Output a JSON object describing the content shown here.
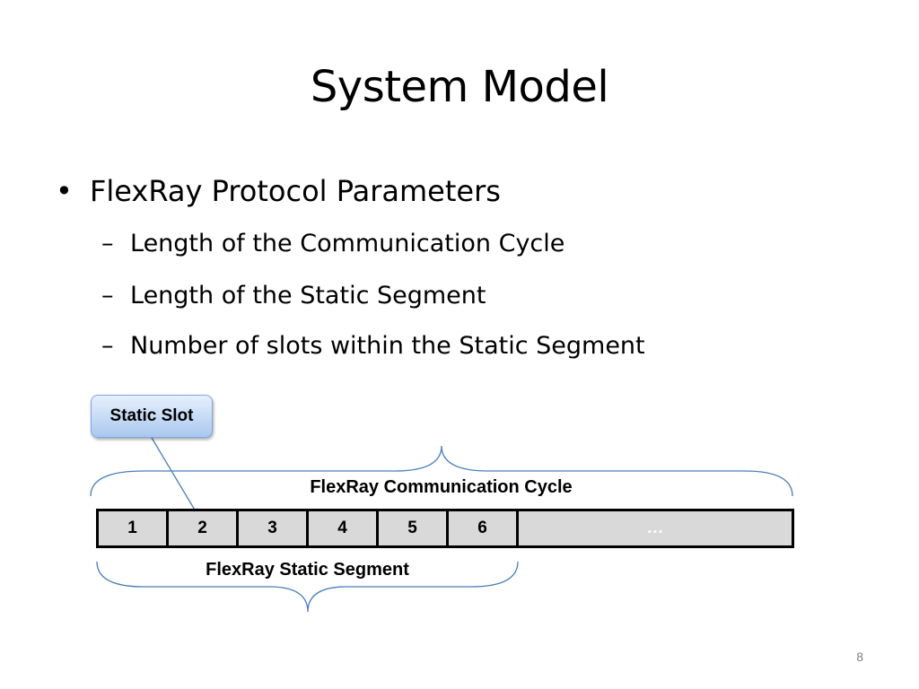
{
  "slide": {
    "title": "System Model",
    "page_number": "8"
  },
  "bullets": {
    "main": "FlexRay Protocol Parameters",
    "sub": [
      "Length of the Communication Cycle",
      "Length of the Static Segment",
      "Number of slots within the Static Segment"
    ]
  },
  "diagram": {
    "callout_label": "Static Slot",
    "cycle_label": "FlexRay Communication Cycle",
    "segment_label": "FlexRay Static Segment",
    "slots": [
      "1",
      "2",
      "3",
      "4",
      "5",
      "6"
    ],
    "rest_slot": "…",
    "colors": {
      "callout_border": "#7fa6de",
      "callout_fill_top": "#e7f0fc",
      "callout_fill_bottom": "#a9c8f0",
      "brace": "#4a7ebb",
      "slot_fill": "#d9d9d9"
    }
  }
}
